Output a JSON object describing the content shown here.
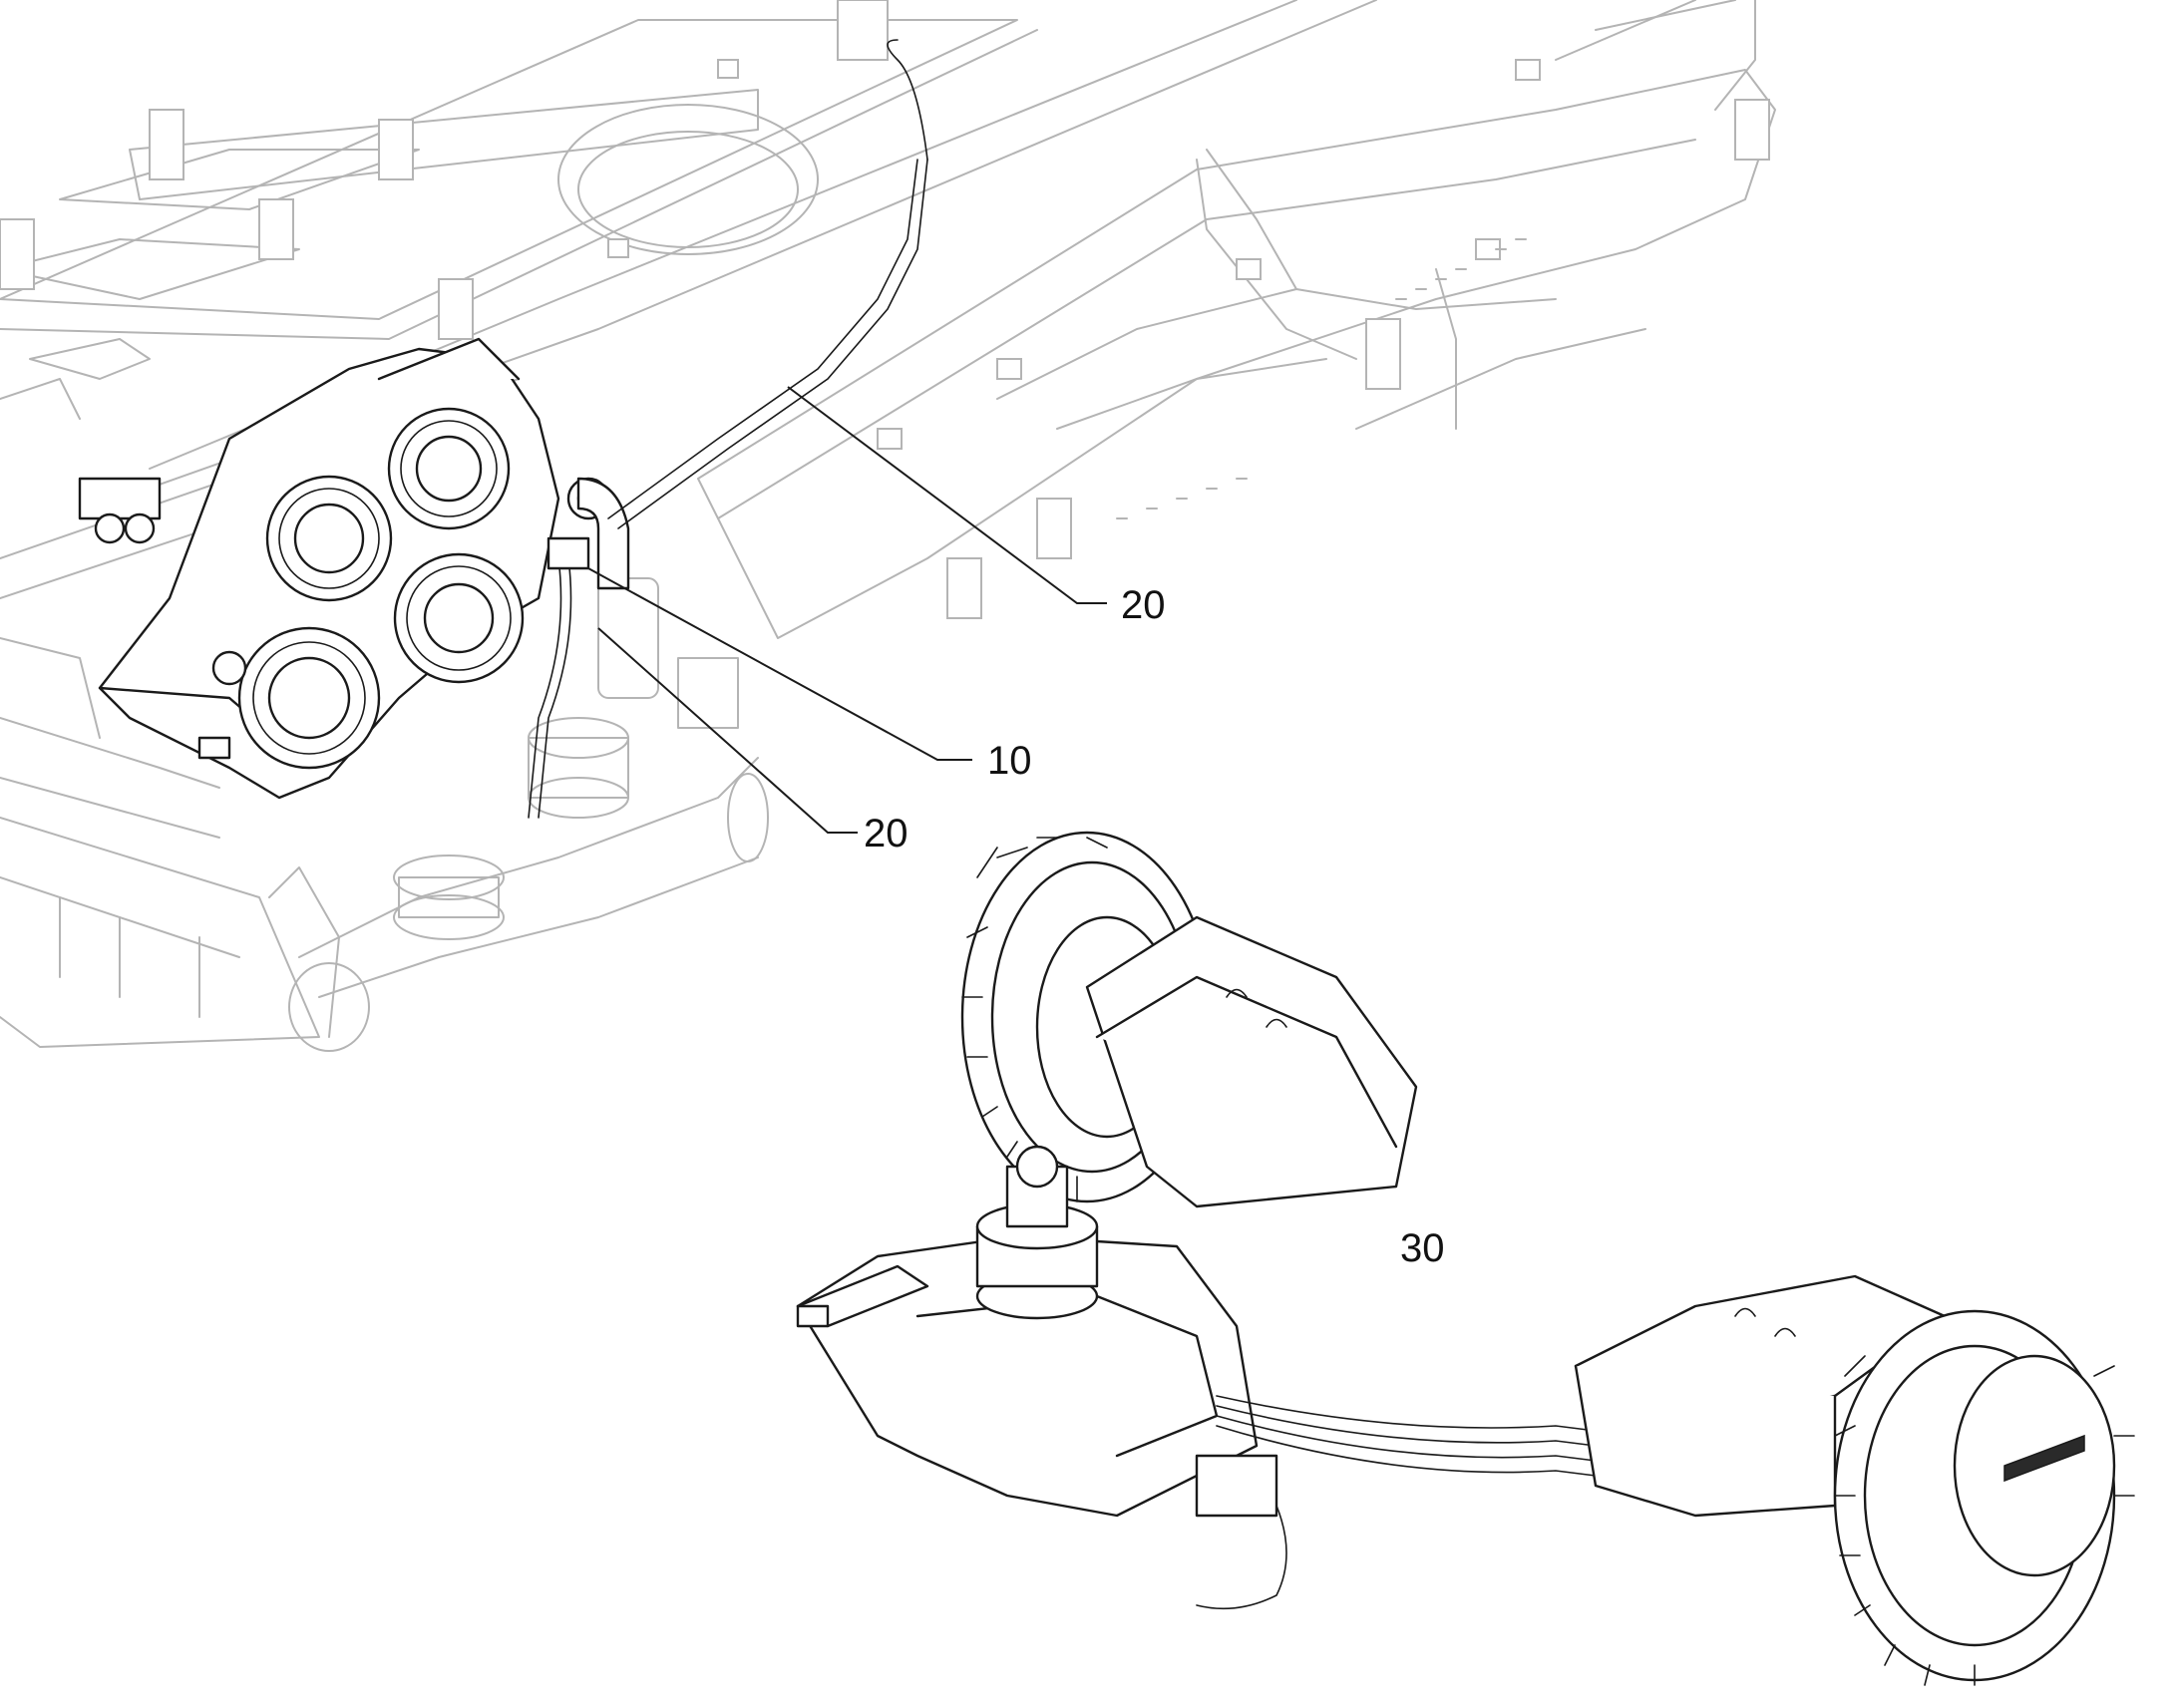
{
  "diagram": {
    "callouts": [
      {
        "id": "c20a",
        "label": "20"
      },
      {
        "id": "c10",
        "label": "10"
      },
      {
        "id": "c20b",
        "label": "20"
      },
      {
        "id": "c30",
        "label": "30"
      }
    ]
  },
  "colors": {
    "background_frame": "#b4b4b4",
    "highlighted_parts": "#1a1a1a",
    "background": "#ffffff"
  }
}
